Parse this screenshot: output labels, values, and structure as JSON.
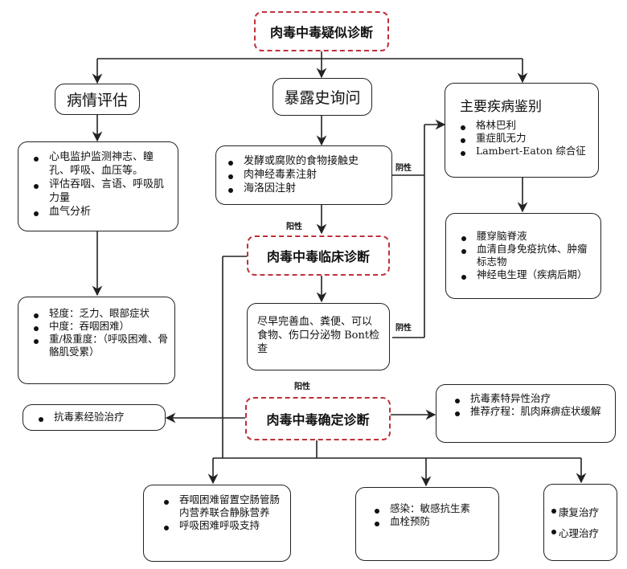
{
  "nodes": {
    "suspected": "肉毒中毒疑似诊断",
    "assessment": "病情评估",
    "exposure": "暴露史询问",
    "differential": "主要疾病鉴别",
    "clinical": "肉毒中毒临床诊断",
    "confirmed": "肉毒中毒确定诊断"
  },
  "assessment_items": [
    "心电监护监测神志、瞳孔、呼吸、血压等。",
    "评估吞咽、言语、呼吸肌力量",
    "血气分析"
  ],
  "severity_items": [
    "轻度：乏力、眼部症状",
    "中度：吞咽困难）",
    "重/极重度：（呼吸困难、骨骼肌受累）"
  ],
  "exposure_items": [
    "发酵或腐败的食物接触史",
    "肉神经毒素注射",
    "海洛因注射"
  ],
  "differential_items": [
    "格林巴利",
    "重症肌无力",
    "Lambert-Eaton 综合征"
  ],
  "tests_items": [
    "腰穿脑脊液",
    "血清自身免疫抗体、肿瘤标志物",
    "神经电生理（疾病后期）"
  ],
  "clinical_tests": "尽早完善血、粪便、可以食物、伤口分泌物 Bont检查",
  "empirical": [
    "抗毒素经验治疗"
  ],
  "specific": [
    "抗毒素特异性治疗",
    "推荐疗程：肌肉麻痹症状缓解"
  ],
  "support": [
    "吞咽困难留置空肠管肠内营养联合静脉营养",
    "呼吸困难呼吸支持"
  ],
  "infection": [
    "感染：敏感抗生素",
    "血栓预防"
  ],
  "rehab": [
    "康复治疗",
    "心理治疗"
  ],
  "labels": {
    "neg1": "阴性",
    "pos1": "阳性",
    "neg2": "阴性",
    "pos2": "阳性"
  }
}
